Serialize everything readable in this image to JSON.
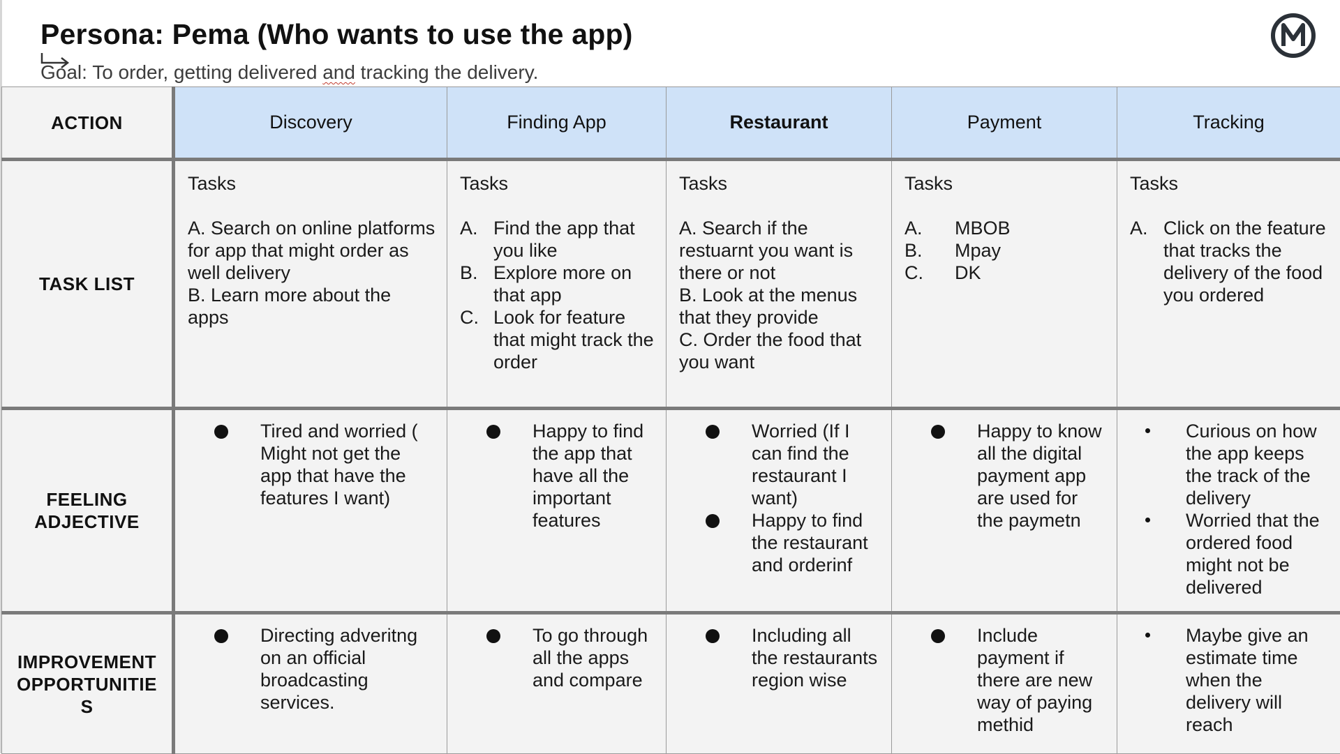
{
  "header": {
    "title": "Persona: Pema (Who wants to use the app)",
    "goal_prefix": "Goal: To order, getting delivered ",
    "goal_misspelled": "and",
    "goal_suffix": " tracking the delivery."
  },
  "row_labels": {
    "action": "ACTION",
    "task_list": "TASK LIST",
    "feeling_line1": "FEELING",
    "feeling_line2": "ADJECTIVE",
    "improve_line1": "IMPROVEMENT",
    "improve_line2": "OPPORTUNITIE",
    "improve_line3": "S"
  },
  "stages": [
    {
      "name": "Discovery",
      "tasks_heading": "Tasks",
      "task_lines": [
        "A. Search on online platforms for app that might order as well delivery",
        "B. Learn more about the apps"
      ],
      "feelings": [
        "Tired and worried ( Might not get the app that have the features I want)"
      ],
      "improvements": [
        "Directing adveritng on an official broadcasting services."
      ]
    },
    {
      "name": "Finding App",
      "tasks_heading": "Tasks",
      "task_items": [
        {
          "marker": "A.",
          "text": "Find the app that you like"
        },
        {
          "marker": "B.",
          "text": "Explore more on that app"
        },
        {
          "marker": "C.",
          "text": "Look for feature that might track the order"
        }
      ],
      "feelings": [
        "Happy to find the app that have all the important features"
      ],
      "improvements": [
        "To go through all the apps and compare"
      ]
    },
    {
      "name": "Restaurant",
      "tasks_heading": "Tasks",
      "task_lines": [
        "A. Search if the restuarnt you want is there or not",
        "B. Look at the menus that they provide",
        "C. Order the food that you want"
      ],
      "feelings": [
        "Worried (If I can find the restaurant I want)",
        "Happy to find the restaurant and orderinf"
      ],
      "improvements": [
        "Including all the restaurants region wise"
      ]
    },
    {
      "name": "Payment",
      "tasks_heading": "Tasks",
      "task_items": [
        {
          "marker": "A.",
          "text": "MBOB"
        },
        {
          "marker": "B.",
          "text": "Mpay"
        },
        {
          "marker": "C.",
          "text": "DK"
        }
      ],
      "feelings": [
        "Happy to know all the digital payment app are used for the paymetn"
      ],
      "improvements": [
        "Include payment if there are new way of paying methid"
      ]
    },
    {
      "name": "Tracking",
      "tasks_heading": "Tasks",
      "task_items": [
        {
          "marker": "A.",
          "text": "Click on the feature that tracks the delivery of the food you ordered"
        }
      ],
      "feelings": [
        "Curious on how the app keeps the track of the delivery",
        "Worried that the ordered food might not be delivered"
      ],
      "improvements": [
        "Maybe give an estimate time when the delivery will reach"
      ]
    }
  ],
  "icons": {
    "logo": "circle-m-logo-icon",
    "arrow": "return-arrow-icon"
  },
  "colors": {
    "stage_header_bg": "#cfe2f8",
    "cell_bg": "#f3f3f3",
    "border": "#7a7a7a"
  }
}
